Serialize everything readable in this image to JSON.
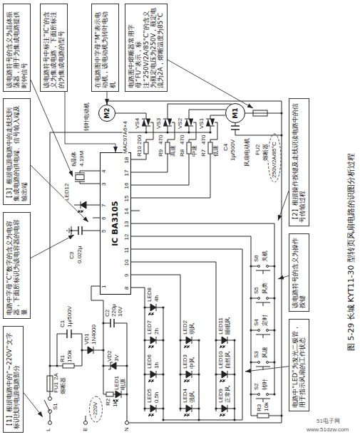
{
  "diagram": {
    "caption": "图 5-29 长城 KYT11-30 型转页风扇电路的识图分析过程",
    "nodes": [
      {
        "text": [
          "【1】根据电路中的“~220V”文字标识找到电源电路部分"
        ]
      },
      {
        "text": [
          "电路中字母“C”数字的含义为电容器，下面所标识为该电容器的电容量"
        ]
      },
      {
        "text": [
          "【3】根据电源电路中的走线找到集成电路的供电端、信号输入端及输出端"
        ]
      },
      {
        "text": [
          "该电路符号的含义为晶体振荡器，用于为集成电路提供时钟信号"
        ]
      },
      {
        "text": [
          "该电路符号中标注“IC”的含义为集成电路，下面所标注的为集成电路的型号"
        ]
      },
      {
        "text": [
          "在电路图中字母“M”表示电动机，该电动机为转叶电动机"
        ]
      },
      {
        "text": [
          "电路图中熔断器常用字母“FU”表示，标注“250V/2A/85°C”的含义为额定电压为250V，额定电流为2A，熔断温度为85°C"
        ]
      },
      {
        "text": [
          "电路中“LED”为发光二极管，用于指示风扇的工作状态"
        ]
      },
      {
        "text": [
          "该电路符号的含义为操作按键"
        ]
      },
      {
        "text": [
          "【2】根据操作按键及走线识读电路中的信号传输过程"
        ]
      },
      {
        "text": [
          "IC BA3105"
        ]
      },
      {
        "text": [
          "M2"
        ]
      },
      {
        "text": [
          "M1"
        ]
      }
    ],
    "edges": [
      {
        "from": 4,
        "to": 10,
        "arrow": "to"
      },
      {
        "from": 5,
        "to": 11,
        "arrow": "to"
      }
    ],
    "labels": [
      "L",
      "E",
      "N",
      "~220V",
      "S1",
      "FU1",
      "2A",
      "熔断器",
      "R1",
      "150k",
      "C1",
      "1μ/500V",
      "VD1",
      "1N4000",
      "R2",
      "1k",
      "LED1",
      "电源",
      "VD2",
      "3V",
      "C2",
      "220μ",
      "10V",
      "1",
      "5",
      "6",
      "7",
      "3",
      "4",
      "8",
      "9",
      "10",
      "11",
      "12",
      "13",
      "14",
      "15",
      "16",
      "17",
      "18",
      "C3",
      "0.022μ",
      "LED12",
      "B晶体",
      "4.19M",
      "LED5",
      "0.5h",
      "LED6",
      "1h",
      "LED7",
      "2h",
      "LED8",
      "4h",
      "LED4",
      "强风",
      "LED3",
      "中风",
      "LED2",
      "弱风",
      "LED9",
      "正常风",
      "LED10",
      "自然风",
      "LED11",
      "睡眠风",
      "S2",
      "转叶",
      "S3",
      "风速",
      "S4",
      "定时",
      "S5",
      "风类",
      "S6",
      "关机",
      "R3",
      "10k",
      "R10",
      "200",
      "VS4",
      "R9",
      "470",
      "VS3",
      "高速",
      "R8",
      "470",
      "VS2",
      "中速",
      "R7",
      "470",
      "VS1",
      "低速",
      "MAC97A6×4",
      "转叶电动机",
      "风扇电动机",
      "C4",
      "1μ/500V",
      "FU2",
      "熔断器",
      "250V/2A/85°C",
      "51电子网",
      "www.51dzw.com"
    ]
  }
}
